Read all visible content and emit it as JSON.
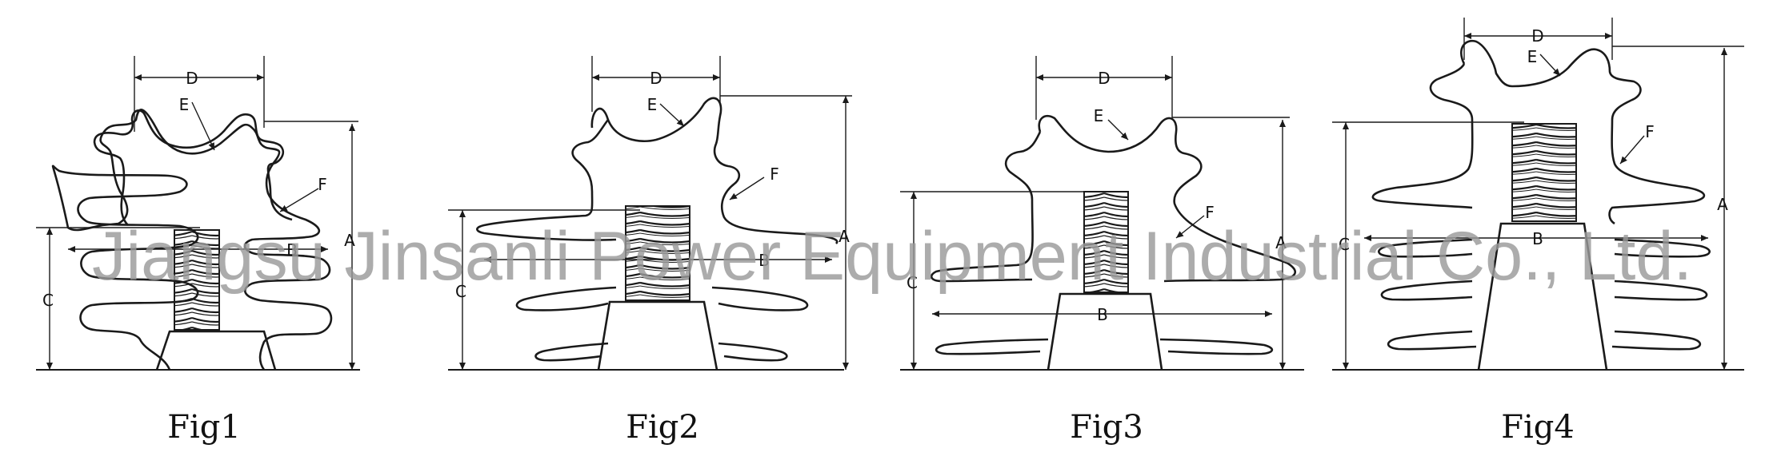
{
  "figures": [
    {
      "caption": "Fig1",
      "labels": {
        "A": "A",
        "B": "B",
        "C": "C",
        "D": "D",
        "E": "E",
        "F": "F"
      }
    },
    {
      "caption": "Fig2",
      "labels": {
        "A": "A",
        "B": "B",
        "C": "C",
        "D": "D",
        "E": "E",
        "F": "F"
      }
    },
    {
      "caption": "Fig3",
      "labels": {
        "A": "A",
        "B": "B",
        "C": "C",
        "D": "D",
        "E": "E",
        "F": "F"
      }
    },
    {
      "caption": "Fig4",
      "labels": {
        "A": "A",
        "B": "B",
        "C": "C",
        "D": "D",
        "E": "E",
        "F": "F"
      }
    }
  ],
  "watermark": "Jiangsu Jinsanli Power Equipment Industrial Co., Ltd.",
  "colors": {
    "line": "#1a1a1a",
    "watermark": "#9a9a9a",
    "background": "#ffffff"
  }
}
